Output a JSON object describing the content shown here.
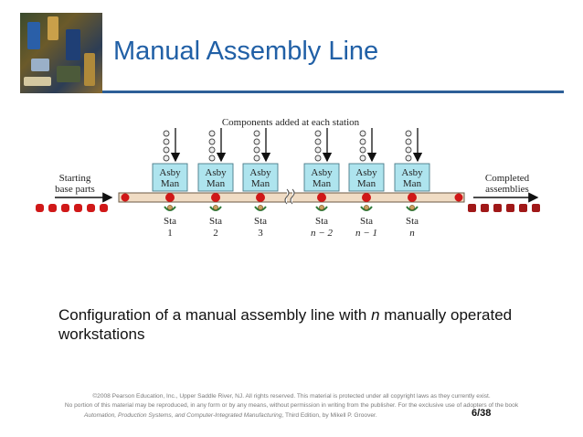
{
  "slide": {
    "title": "Manual Assembly Line",
    "accent_color": "#2160a6"
  },
  "diagram": {
    "top_label": "Components added at each station",
    "left_label_line1": "Starting",
    "left_label_line2": "base parts",
    "right_label_line1": "Completed",
    "right_label_line2": "assemblies",
    "stations": [
      {
        "box_line1": "Asby",
        "box_line2": "Man",
        "sta": "Sta",
        "num": "1"
      },
      {
        "box_line1": "Asby",
        "box_line2": "Man",
        "sta": "Sta",
        "num": "2"
      },
      {
        "box_line1": "Asby",
        "box_line2": "Man",
        "sta": "Sta",
        "num": "3"
      },
      {
        "box_line1": "Asby",
        "box_line2": "Man",
        "sta": "Sta",
        "num": "n − 2"
      },
      {
        "box_line1": "Asby",
        "box_line2": "Man",
        "sta": "Sta",
        "num": "n − 1"
      },
      {
        "box_line1": "Asby",
        "box_line2": "Man",
        "sta": "Sta",
        "num": "n"
      }
    ],
    "colors": {
      "box": "#aee4ee",
      "belt": "#f0dcc4",
      "part": "#d01818",
      "finished": "#a01818"
    }
  },
  "caption": {
    "part1": "Configuration of a manual assembly line with ",
    "var": "n",
    "part2": " manually operated workstations"
  },
  "footer": {
    "copyright_line1": "©2008 Pearson Education, Inc., Upper Saddle River, NJ.  All rights reserved.  This material is protected under all copyright laws as they currently exist.",
    "copyright_line2": "No portion of this material may be reproduced, in any form or by any means, without permission in writing from the publisher.  For the exclusive use of adopters of the book",
    "book_title": "Automation, Production Systems, and Computer-Integrated Manufacturing",
    "book_rest": ", Third Edition, by Mikell P. Groover.",
    "page": "6/38"
  }
}
